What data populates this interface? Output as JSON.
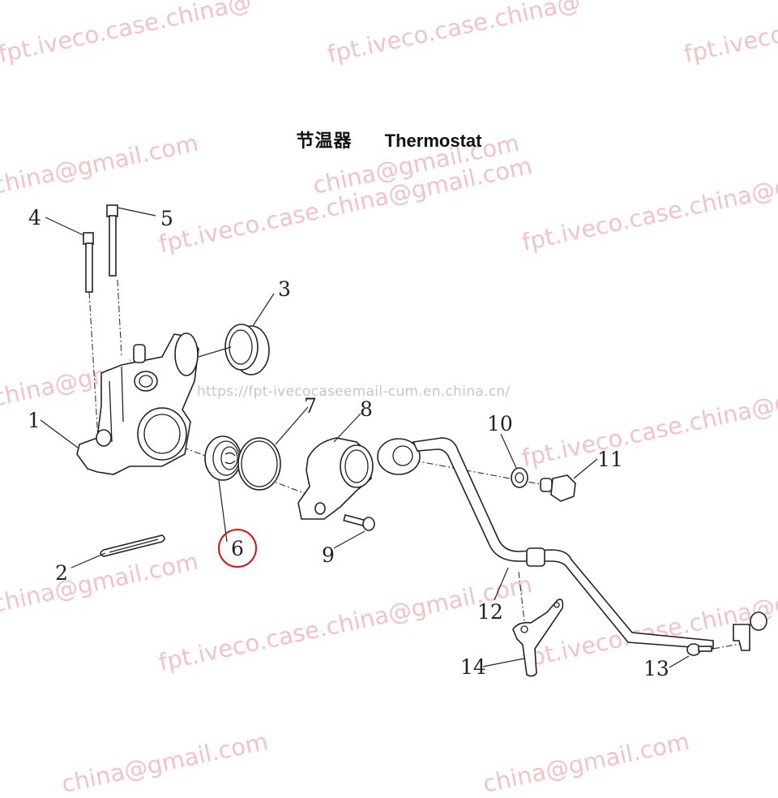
{
  "title": {
    "chinese": "节温器",
    "english": "Thermostat"
  },
  "source_url": "https://fpt-ivecocaseemail-cum.en.china.cn/",
  "highlight": {
    "part": "6",
    "color": "#d21414"
  },
  "callouts": [
    {
      "id": "1",
      "label": "1",
      "part": "thermostat-housing"
    },
    {
      "id": "2",
      "label": "2",
      "part": "gasket"
    },
    {
      "id": "3",
      "label": "3",
      "part": "seal-ring-sleeve"
    },
    {
      "id": "4",
      "label": "4",
      "part": "bolt-short"
    },
    {
      "id": "5",
      "label": "5",
      "part": "bolt-long"
    },
    {
      "id": "6",
      "label": "6",
      "part": "thermostat"
    },
    {
      "id": "7",
      "label": "7",
      "part": "o-ring"
    },
    {
      "id": "8",
      "label": "8",
      "part": "outlet-elbow"
    },
    {
      "id": "9",
      "label": "9",
      "part": "bolt"
    },
    {
      "id": "10",
      "label": "10",
      "part": "washer"
    },
    {
      "id": "11",
      "label": "11",
      "part": "banjo-bolt"
    },
    {
      "id": "12",
      "label": "12",
      "part": "pipe"
    },
    {
      "id": "13",
      "label": "13",
      "part": "bolt"
    },
    {
      "id": "14",
      "label": "14",
      "part": "bracket"
    }
  ],
  "watermarks": [
    {
      "text": "fpt.iveco.case.china@"
    },
    {
      "text": "fpt.iveco.case.china@"
    },
    {
      "text": "fpt.iveco"
    },
    {
      "text": "china@gmail.com"
    },
    {
      "text": "china@gmail.com"
    },
    {
      "text": "fpt.iveco.case.china@gm"
    },
    {
      "text": "china@gmail.com"
    },
    {
      "text": "fpt.iveco.case.china@gmail.com"
    },
    {
      "text": "fpt.iveco.case.china@gm"
    },
    {
      "text": "china@gmail.com"
    },
    {
      "text": "fpt.iveco.case.china@gmail.com"
    },
    {
      "text": "fpt.iveco.case.china@gm"
    },
    {
      "text": "china@gmail.com"
    },
    {
      "text": "china@gmail.com"
    }
  ],
  "colors": {
    "watermark": "#f0b8bd",
    "line": "#222222",
    "url_text": "#c6c6c6"
  }
}
